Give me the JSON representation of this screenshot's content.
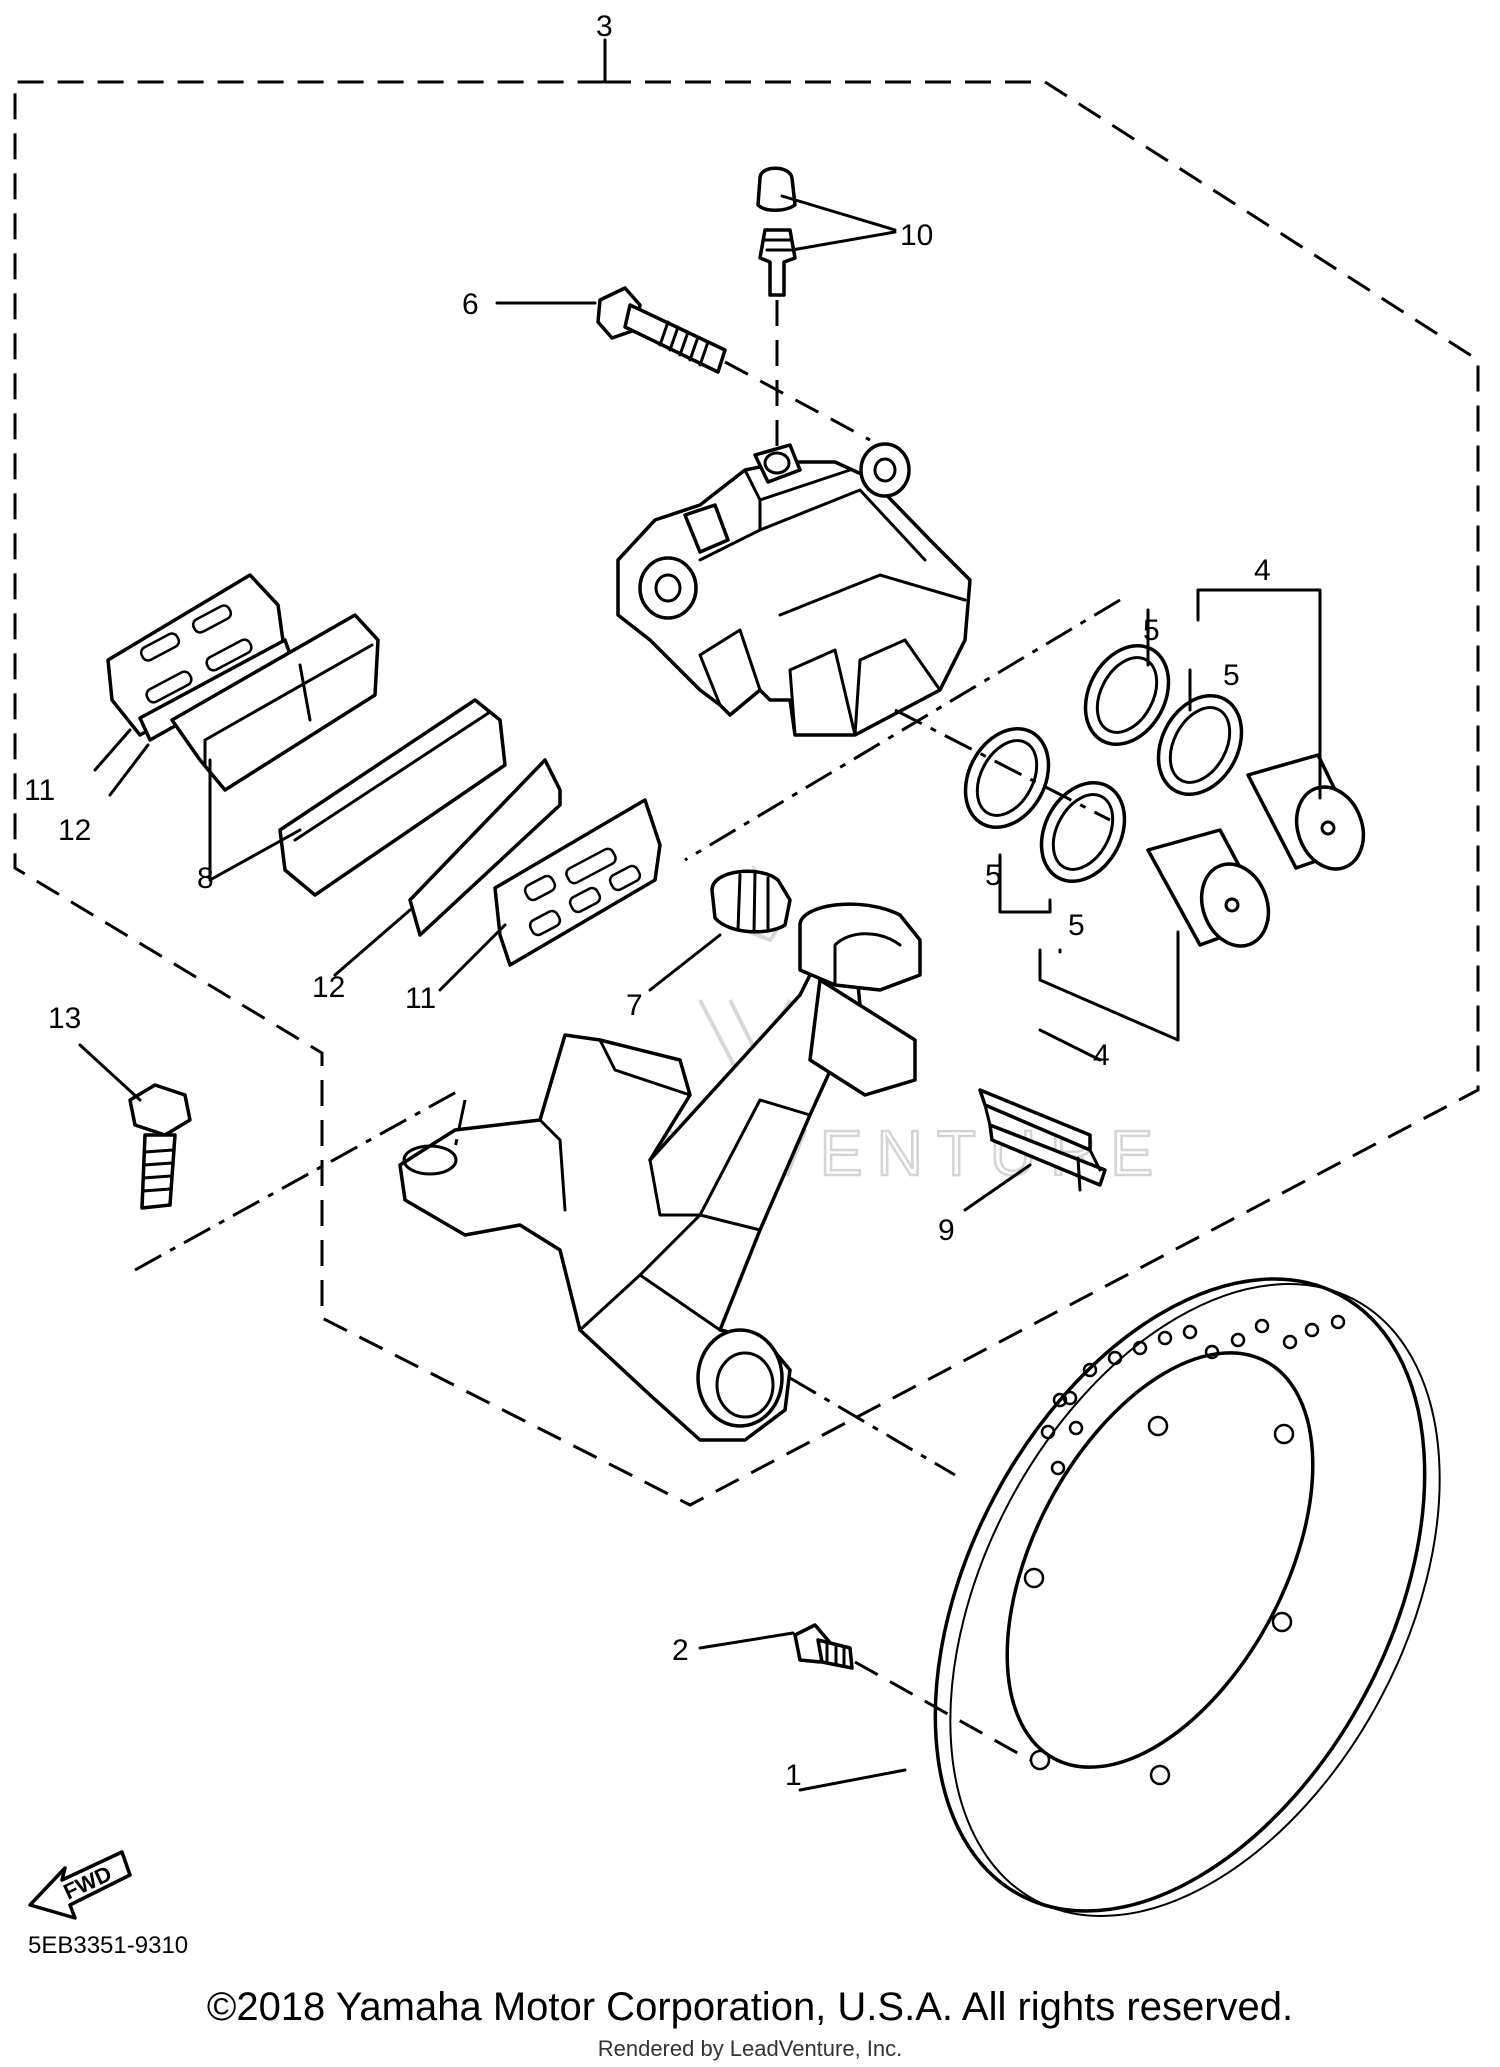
{
  "diagram": {
    "code": "5EB3351-9310",
    "copyright": "©2018 Yamaha Motor Corporation, U.S.A. All rights reserved.",
    "rendered_by": "Rendered by LeadVenture, Inc.",
    "fwd_label": "FWD",
    "watermark": "LEADVENTURE",
    "callouts": {
      "c1": "1",
      "c2": "2",
      "c3": "3",
      "c4a": "4",
      "c4b": "4",
      "c5a": "5",
      "c5b": "5",
      "c5c": "5",
      "c5d": "5",
      "c6": "6",
      "c7": "7",
      "c8": "8",
      "c9": "9",
      "c10": "10",
      "c11a": "11",
      "c11b": "11",
      "c12a": "12",
      "c12b": "12",
      "c13": "13"
    }
  }
}
